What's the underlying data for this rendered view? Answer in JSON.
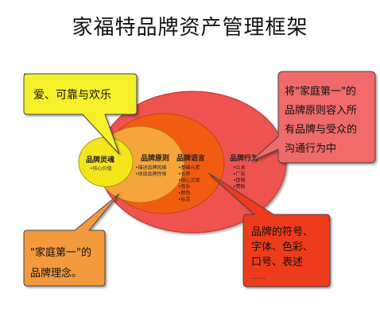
{
  "title": "家福特品牌资产管理框架",
  "layers": {
    "soul": {
      "heading": "品牌灵魂",
      "items": [
        "•核心价值"
      ]
    },
    "principle": {
      "heading": "品牌原则",
      "items": [
        "•描述品牌风格",
        "•体现品牌性格"
      ]
    },
    "language": {
      "heading": "品牌语言",
      "items": [
        "•基础元素",
        "•名称",
        "•核心文案",
        "•音乐",
        "•颜色",
        "•标志"
      ]
    },
    "behavior": {
      "heading": "品牌行为",
      "items": [
        "•公关",
        "•广告",
        "•促销",
        "•赞助"
      ]
    }
  },
  "callouts": {
    "top_left": {
      "lines": [
        "爱、可靠与欢乐"
      ]
    },
    "top_right": {
      "lines": [
        "将\"家庭第一\"的",
        "品牌原则容入所",
        "有品牌与受众的",
        "沟通行为中"
      ]
    },
    "bottom_left": {
      "lines": [
        "\"家庭第一\"的",
        "品牌理念。"
      ]
    },
    "bottom_right": {
      "lines": [
        "品牌的符号、",
        "字体、色彩、",
        "口号、表述",
        "……"
      ]
    }
  },
  "colors": {
    "behavior": "#ef5350",
    "language": "#f25c11",
    "principle": "#f5a53a",
    "soul": "#f4e61a",
    "callout_yellow": "#f6f02a",
    "callout_pink": "#f06a6a",
    "callout_orange": "#f39a3e",
    "callout_red": "#ee3a1c"
  }
}
